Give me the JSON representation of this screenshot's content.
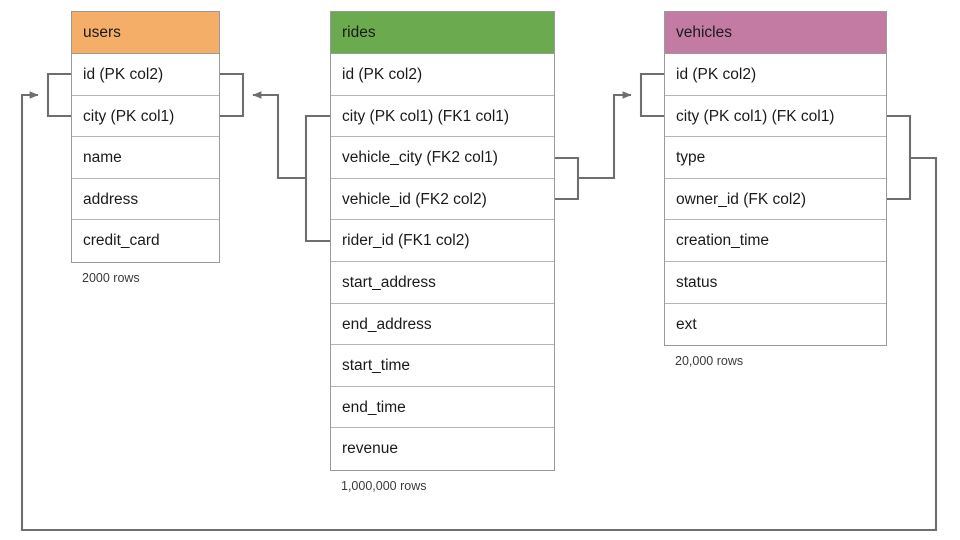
{
  "diagram": {
    "title": "rides schema relationships",
    "type": "entity-relationship-diagram",
    "background_color": "#ffffff",
    "line_color": "#6e6e6e",
    "border_color": "#9a9a9a"
  },
  "tables": [
    {
      "name": "users",
      "header_color": "#F5AE68",
      "row_count_label": "2000 rows",
      "columns": [
        {
          "label": "id (PK col2)"
        },
        {
          "label": "city (PK col1)"
        },
        {
          "label": "name"
        },
        {
          "label": "address"
        },
        {
          "label": "credit_card"
        }
      ]
    },
    {
      "name": "rides",
      "header_color": "#6BAA4E",
      "row_count_label": "1,000,000 rows",
      "columns": [
        {
          "label": "id (PK col2)"
        },
        {
          "label": "city (PK col1) (FK1 col1)"
        },
        {
          "label": "vehicle_city (FK2 col1)"
        },
        {
          "label": "vehicle_id (FK2 col2)"
        },
        {
          "label": "rider_id (FK1 col2)"
        },
        {
          "label": "start_address"
        },
        {
          "label": "end_address"
        },
        {
          "label": "start_time"
        },
        {
          "label": "end_time"
        },
        {
          "label": "revenue"
        }
      ]
    },
    {
      "name": "vehicles",
      "header_color": "#C37BA3",
      "row_count_label": "20,000 rows",
      "columns": [
        {
          "label": "id (PK col2)"
        },
        {
          "label": "city (PK col1) (FK col1)"
        },
        {
          "label": "type"
        },
        {
          "label": "owner_id (FK col2)"
        },
        {
          "label": "creation_time"
        },
        {
          "label": "status"
        },
        {
          "label": "ext"
        }
      ]
    }
  ],
  "relationships": [
    {
      "name": "rides-fk1-to-users",
      "from_table": "rides",
      "from_columns": [
        "city (PK col1) (FK1 col1)",
        "rider_id (FK1 col2)"
      ],
      "to_table": "users",
      "to_columns": [
        "id (PK col2)",
        "city (PK col1)"
      ],
      "arrow_at": "users"
    },
    {
      "name": "rides-fk2-to-vehicles",
      "from_table": "rides",
      "from_columns": [
        "vehicle_city (FK2 col1)",
        "vehicle_id (FK2 col2)"
      ],
      "to_table": "vehicles",
      "to_columns": [
        "id (PK col2)",
        "city (PK col1) (FK col1)"
      ],
      "arrow_at": "vehicles"
    },
    {
      "name": "vehicles-fk-to-users",
      "from_table": "vehicles",
      "from_columns": [
        "city (PK col1) (FK col1)",
        "owner_id (FK col2)"
      ],
      "to_table": "users",
      "to_columns": [
        "id (PK col2)",
        "city (PK col1)"
      ],
      "arrow_at": "users"
    }
  ]
}
